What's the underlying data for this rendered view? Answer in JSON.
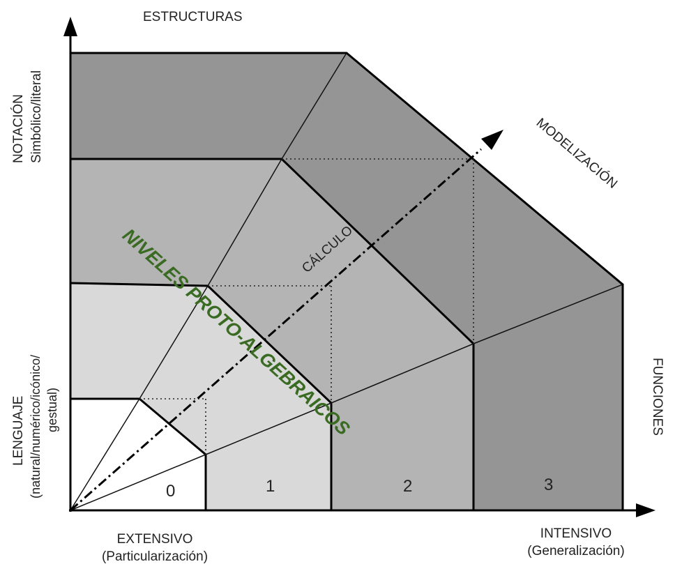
{
  "axes": {
    "y_top": "ESTRUCTURAS",
    "x_right": "FUNCIONES",
    "diagonal": "MODELIZACIÓN",
    "x_left_line1": "EXTENSIVO",
    "x_left_line2": "(Particularización)",
    "x_right_line1": "INTENSIVO",
    "x_right_line2": "(Generalización)",
    "y_top_line1": "NOTACIÓN",
    "y_top_line2": "Simbólico/literal",
    "y_bottom_line1": "LENGUAJE",
    "y_bottom_line2": "(natural/numérico/icónico/",
    "y_bottom_line3": "gestual)"
  },
  "levels": [
    "0",
    "1",
    "2",
    "3"
  ],
  "calculo": "CÁLCULO",
  "overlay": "NIVELES PROTO-ALGEBRAICOS",
  "colors": {
    "level0": "#ffffff",
    "level1": "#d9d9d9",
    "level2": "#b4b4b4",
    "level3": "#959595",
    "overlay": "#3a6b22"
  }
}
